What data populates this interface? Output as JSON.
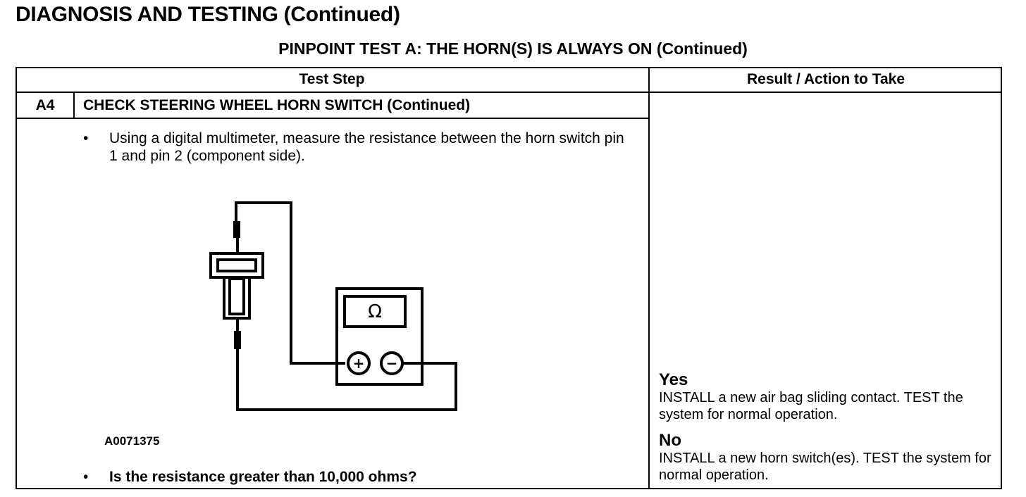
{
  "page_title": "DIAGNOSIS AND TESTING (Continued)",
  "pinpoint_title": "PINPOINT TEST A: THE HORN(S) IS ALWAYS ON (Continued)",
  "table": {
    "col_test_step": "Test Step",
    "col_result": "Result / Action to Take"
  },
  "step": {
    "id": "A4",
    "title": "CHECK STEERING WHEEL HORN SWITCH (Continued)",
    "bullet": "•",
    "instruction": "Using a digital multimeter, measure the resistance between the horn switch pin 1 and pin 2 (component side).",
    "figure_id": "A0071375",
    "question": "Is the resistance greater than 10,000 ohms?"
  },
  "diagram": {
    "meter_symbol": "Ω",
    "plus": "+",
    "minus": "−"
  },
  "results": {
    "yes_label": "Yes",
    "yes_action": "INSTALL a new air bag sliding contact. TEST the system for normal operation.",
    "no_label": "No",
    "no_action": "INSTALL a new horn switch(es). TEST the system for normal operation."
  }
}
